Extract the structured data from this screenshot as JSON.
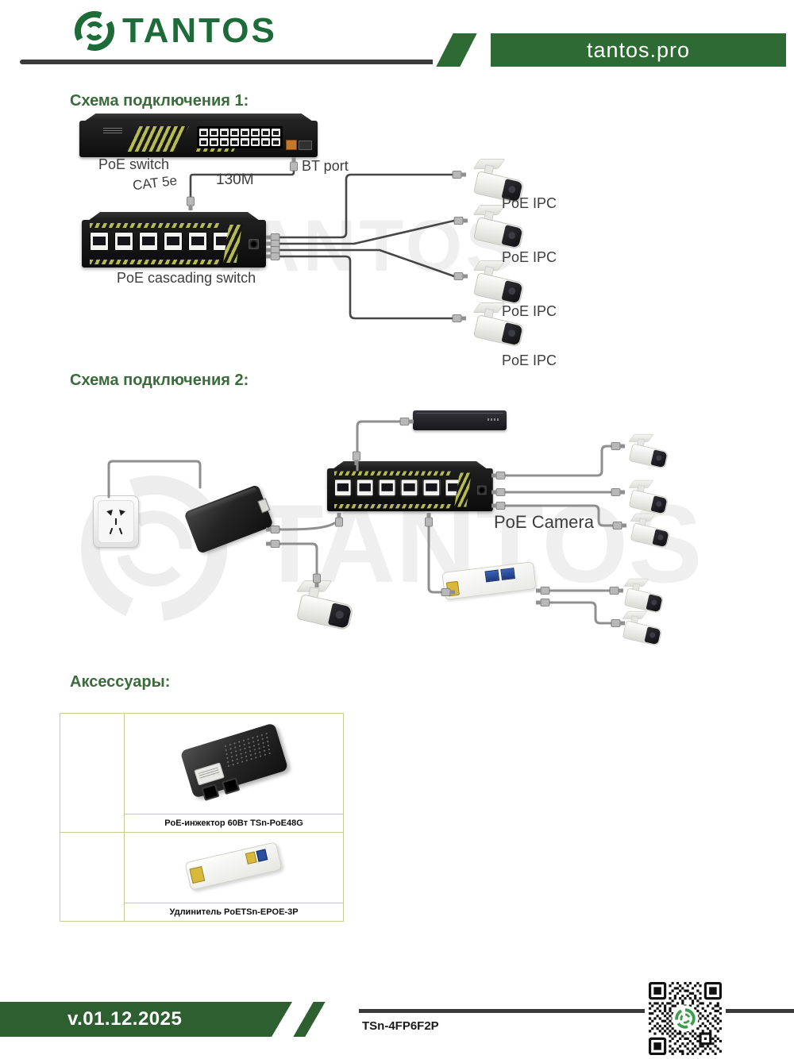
{
  "header": {
    "logo_text": "TANTOS",
    "site": "tantos.pro"
  },
  "watermark": "TANTOS",
  "diagram1": {
    "title": "Схема подключения 1:",
    "poe_switch_label": "PoE switch",
    "bt_port_label": "BT port",
    "cable_type_label": "CAT 5e",
    "distance_label": "130M",
    "cascading_switch_label": "PoE cascading switch",
    "camera_labels": [
      "PoE IPC",
      "PoE IPC",
      "PoE IPC",
      "PoE IPC"
    ]
  },
  "diagram2": {
    "title": "Схема подключения 2:",
    "camera_label": "PoE Camera"
  },
  "accessories": {
    "title": "Аксессуары:",
    "items": [
      {
        "caption": "PoE-инжектор 60Вт TSn-PoE48G"
      },
      {
        "caption": "Удлинитель PoETSn-EPOE-3P"
      }
    ]
  },
  "footer": {
    "version": "v.01.12.2025",
    "model": "TSn-4FP6F2P"
  },
  "colors": {
    "brand_green": "#1c6b38",
    "banner_green": "#2d6a34",
    "heading_green": "#3a6b3a",
    "footer_green": "#2d5f30",
    "table_border": "#c6cc92",
    "cable_dark": "#474747",
    "cable_gray": "#8f8f8f",
    "port_olive": "#b6ba52",
    "qr_logo_green": "#3f9e4d"
  }
}
